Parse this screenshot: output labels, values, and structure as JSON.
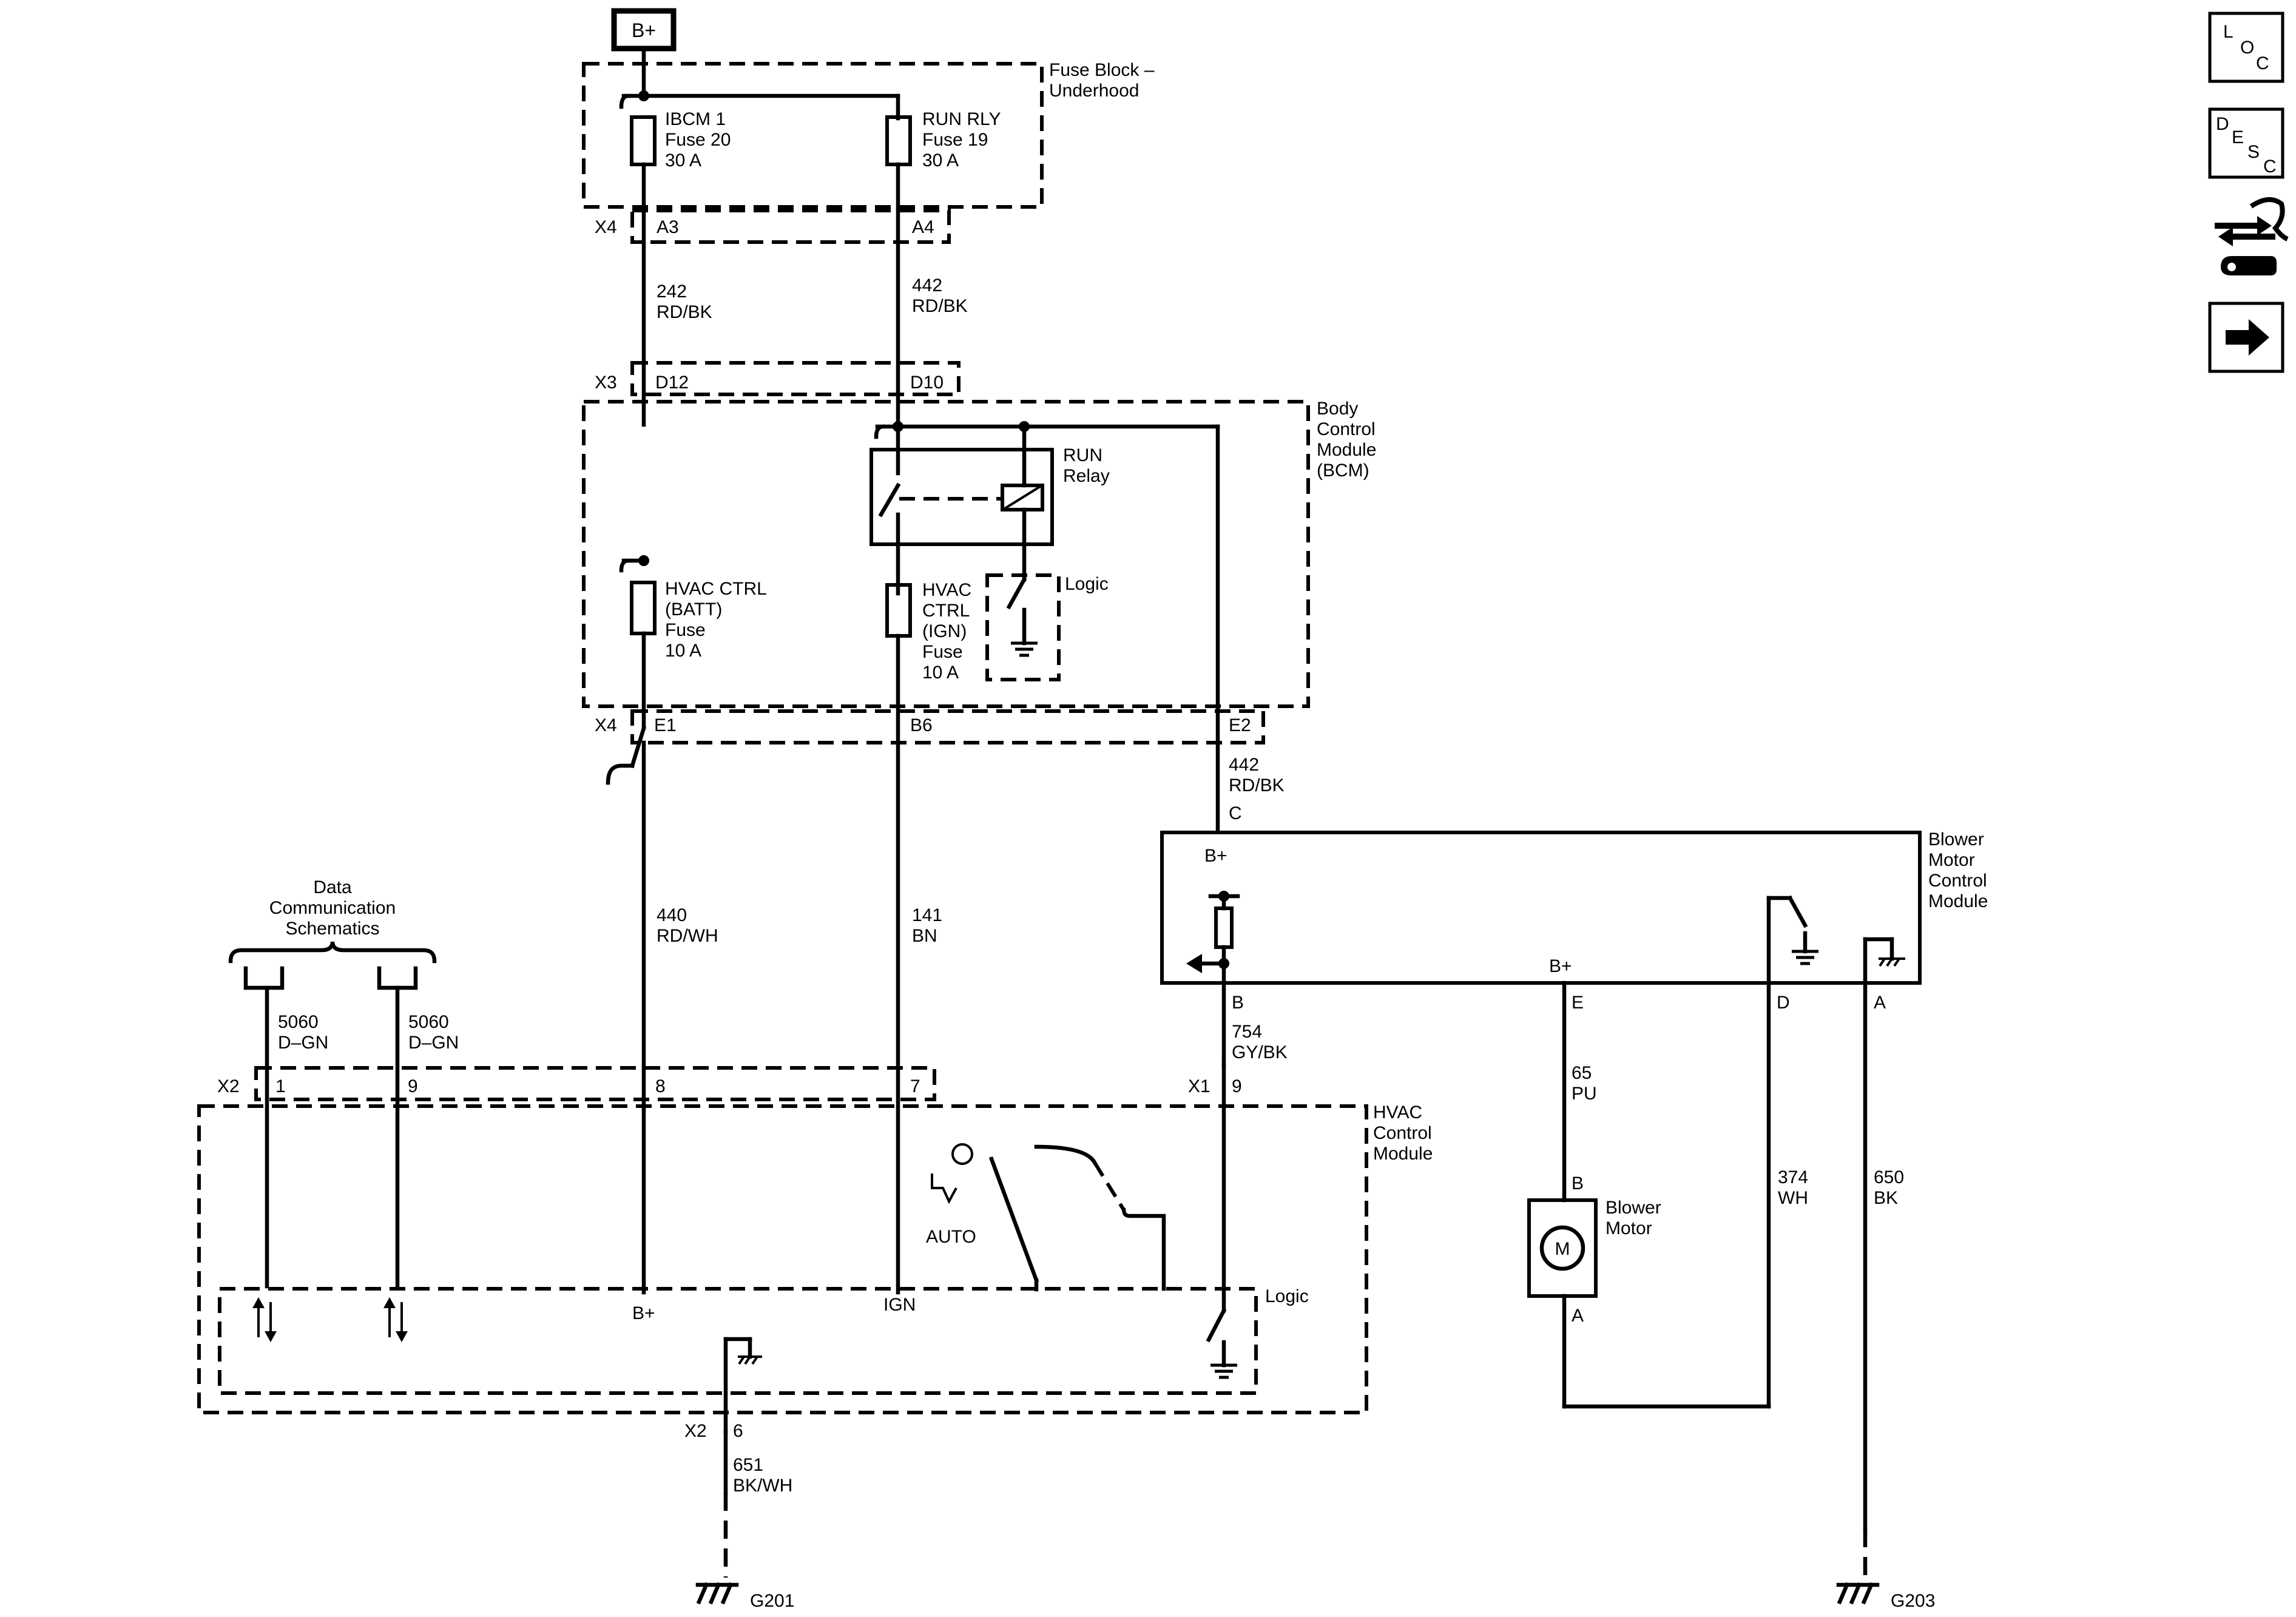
{
  "power": {
    "battery": "B+"
  },
  "fuse_block": {
    "title_line1": "Fuse Block –",
    "title_line2": "Underhood",
    "connector": "X4",
    "pin_a3": "A3",
    "pin_a4": "A4",
    "fuse1": [
      "IBCM 1",
      "Fuse 20",
      "30 A"
    ],
    "fuse2": [
      "RUN RLY",
      "Fuse 19",
      "30 A"
    ]
  },
  "wires_top": {
    "w242": [
      "242",
      "RD/BK"
    ],
    "w442": [
      "442",
      "RD/BK"
    ]
  },
  "bcm": {
    "title": [
      "Body",
      "Control",
      "Module",
      "(BCM)"
    ],
    "conn_x3": "X3",
    "pin_d12": "D12",
    "pin_d10": "D10",
    "relay": [
      "RUN",
      "Relay"
    ],
    "logic": "Logic",
    "fuse_batt": [
      "HVAC CTRL",
      "(BATT)",
      "Fuse",
      "10 A"
    ],
    "fuse_ign": [
      "HVAC",
      "CTRL",
      "(IGN)",
      "Fuse",
      "10 A"
    ],
    "conn_x4": "X4",
    "pin_e1": "E1",
    "pin_b6": "B6",
    "pin_e2": "E2"
  },
  "wires_mid": {
    "w442b": [
      "442",
      "RD/BK"
    ],
    "w440": [
      "440",
      "RD/WH"
    ],
    "w141": [
      "141",
      "BN"
    ],
    "w754": [
      "754",
      "GY/BK"
    ],
    "w5060a": [
      "5060",
      "D–GN"
    ],
    "w5060b": [
      "5060",
      "D–GN"
    ]
  },
  "data_comm": [
    "Data",
    "Communication",
    "Schematics"
  ],
  "blower_module": {
    "title": [
      "Blower",
      "Motor",
      "Control",
      "Module"
    ],
    "pin_c": "C",
    "bplus_top": "B+",
    "bplus_bottom": "B+",
    "pin_b": "B",
    "pin_e": "E",
    "pin_d": "D",
    "pin_a": "A"
  },
  "hvac": {
    "title": [
      "HVAC",
      "Control",
      "Module"
    ],
    "conn_x2": "X2",
    "pin1": "1",
    "pin9": "9",
    "pin8": "8",
    "pin7": "7",
    "conn_x1": "X1",
    "pin_x1_9": "9",
    "auto": "AUTO",
    "logic": "Logic",
    "bplus": "B+",
    "ign": "IGN",
    "conn_x2b": "X2",
    "pin6": "6"
  },
  "blower_motor": {
    "pin_b": "B",
    "pin_a": "A",
    "label": [
      "Blower",
      "Motor"
    ],
    "symbol": "M"
  },
  "wires_low": {
    "w65": [
      "65",
      "PU"
    ],
    "w374": [
      "374",
      "WH"
    ],
    "w650": [
      "650",
      "BK"
    ],
    "w651": [
      "651",
      "BK/WH"
    ]
  },
  "grounds": {
    "g201": "G201",
    "g203": "G203"
  },
  "nav": {
    "loc": [
      "L",
      "O",
      "C"
    ],
    "desc": [
      "D",
      "E",
      "S",
      "C"
    ]
  }
}
